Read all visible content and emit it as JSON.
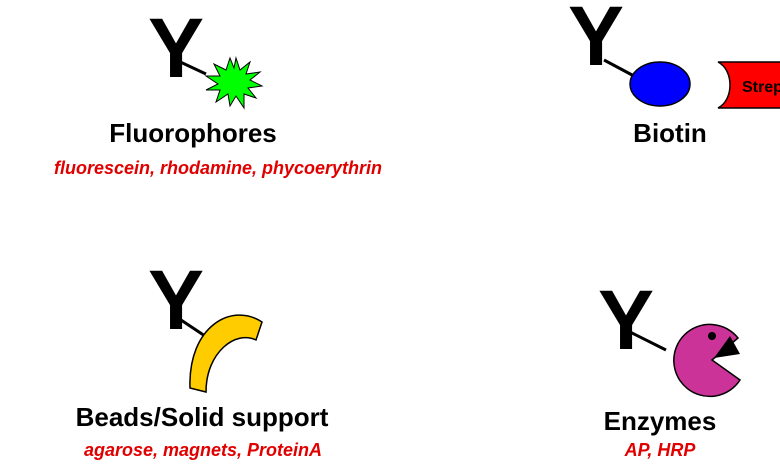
{
  "antibody_symbol": "Y",
  "panels": {
    "fluorophores": {
      "title": "Fluorophores",
      "subtitle": "fluorescein, rhodamine, phycoerythrin",
      "label_color": "#00ff00"
    },
    "biotin": {
      "title": "Biotin",
      "strep_label": "Strep",
      "biotin_color": "#0000ff",
      "strep_color": "#ff0000"
    },
    "beads": {
      "title": "Beads/Solid support",
      "subtitle": "agarose, magnets, ProteinA",
      "bead_color": "#ffcc00"
    },
    "enzymes": {
      "title": "Enzymes",
      "subtitle": "AP, HRP",
      "enzyme_color": "#cc3399"
    }
  },
  "colors": {
    "subtitle": "#e00000",
    "text": "#000000"
  }
}
